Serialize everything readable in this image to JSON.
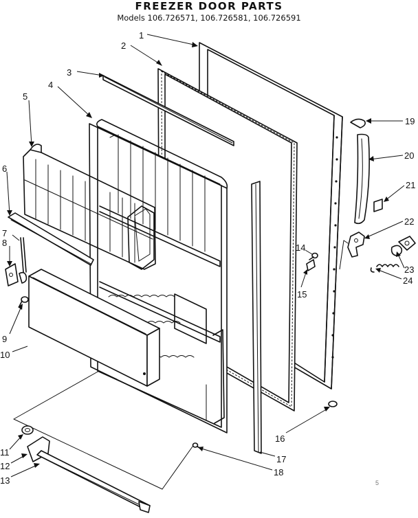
{
  "header": {
    "title": "FREEZER DOOR PARTS",
    "models": "Models 106.726571, 106.726581, 106.726591"
  },
  "callouts": [
    {
      "number": "1"
    },
    {
      "number": "2"
    },
    {
      "number": "3"
    },
    {
      "number": "4"
    },
    {
      "number": "5"
    },
    {
      "number": "6"
    },
    {
      "number": "7"
    },
    {
      "number": "8"
    },
    {
      "number": "9"
    },
    {
      "number": "10"
    },
    {
      "number": "11"
    },
    {
      "number": "12"
    },
    {
      "number": "13"
    },
    {
      "number": "14"
    },
    {
      "number": "15"
    },
    {
      "number": "16"
    },
    {
      "number": "17"
    },
    {
      "number": "18"
    },
    {
      "number": "19"
    },
    {
      "number": "20"
    },
    {
      "number": "21"
    },
    {
      "number": "22"
    },
    {
      "number": "23"
    },
    {
      "number": "24"
    }
  ],
  "footer_mark": "5"
}
